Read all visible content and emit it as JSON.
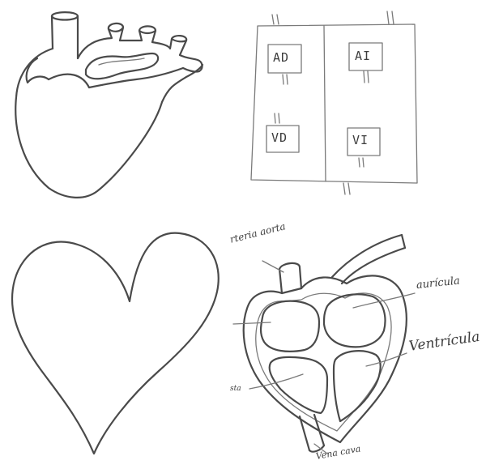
{
  "sketches": {
    "anatomical_heart": {
      "labels": []
    },
    "chamber_diagram": {
      "chambers": [
        {
          "id": "top-left",
          "label": "AD"
        },
        {
          "id": "top-right",
          "label": "AI"
        },
        {
          "id": "bottom-left",
          "label": "VD"
        },
        {
          "id": "bottom-right",
          "label": "VI"
        }
      ]
    },
    "symbol_heart": {
      "labels": []
    },
    "labeled_heart": {
      "labels": {
        "aorta": "rteria aorta",
        "auricle": "aurícula",
        "ventricle": "Ventrícula",
        "septum": "sta",
        "vena_cava": "Vena cava"
      }
    }
  },
  "ink_color": "#4a4a4a"
}
